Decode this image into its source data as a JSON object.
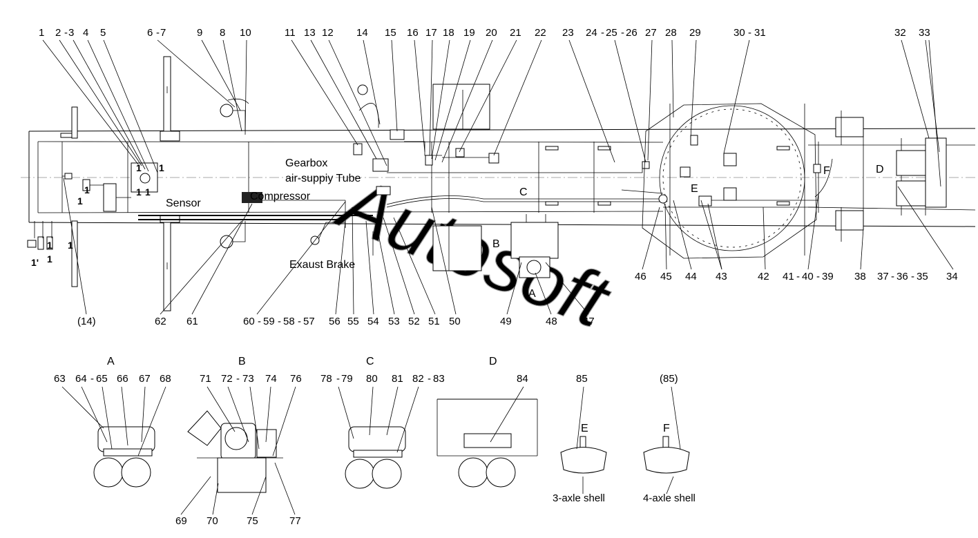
{
  "callouts_top": [
    "1",
    "2",
    "3",
    "4",
    "5",
    "6",
    "7",
    "9",
    "8",
    "10",
    "11",
    "13",
    "12",
    "14",
    "15",
    "16",
    "17",
    "18",
    "19",
    "20",
    "21",
    "22",
    "23",
    "24",
    "25",
    "26",
    "27",
    "28",
    "29",
    "30",
    "31",
    "32",
    "33"
  ],
  "callouts_bottom": [
    "(14)",
    "62",
    "61",
    "60",
    "59",
    "58",
    "57",
    "56",
    "55",
    "54",
    "53",
    "52",
    "51",
    "50",
    "49",
    "48",
    "47",
    "46",
    "45",
    "44",
    "43",
    "42",
    "41",
    "40",
    "39",
    "38",
    "37",
    "36",
    "35",
    "34"
  ],
  "labels": {
    "gearbox": "Gearbox",
    "air_supply_tube": "air-suppiy  Tube",
    "compressor": "Compressor",
    "sensor": "Sensor",
    "exhaust_brake": "Exaust  Brake",
    "view_a": "A",
    "view_b": "B",
    "view_c": "C",
    "view_d": "D",
    "view_e": "E",
    "view_f": "F",
    "marker_1": "1",
    "marker_1_prime": "1'"
  },
  "details": {
    "A": {
      "title": "A",
      "callouts": [
        "63",
        "64",
        "65",
        "66",
        "67",
        "68"
      ]
    },
    "B": {
      "title": "B",
      "callouts": [
        "71",
        "72",
        "73",
        "74",
        "76",
        "69",
        "70",
        "75",
        "77"
      ]
    },
    "C": {
      "title": "C",
      "callouts": [
        "78",
        "79",
        "80",
        "81",
        "82",
        "83"
      ]
    },
    "D": {
      "title": "D",
      "callouts": [
        "84"
      ]
    },
    "E": {
      "title": "85",
      "letter": "E",
      "caption": "3-axle shell"
    },
    "F": {
      "title": "(85)",
      "letter": "F",
      "caption": "4-axle shell"
    }
  },
  "watermark": "Autosoft"
}
